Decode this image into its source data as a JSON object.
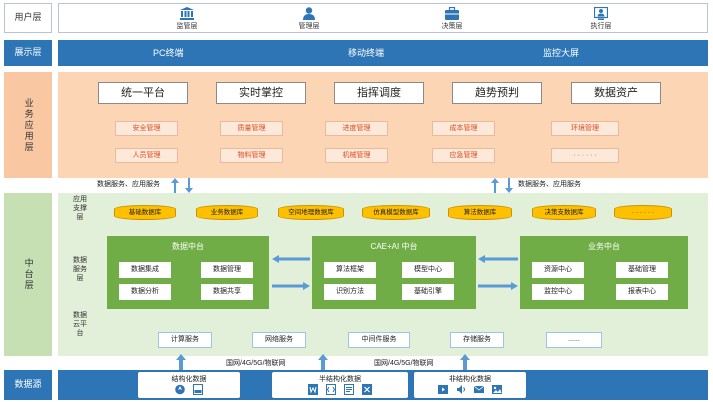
{
  "layers": {
    "user": "用户层",
    "display": "展示层",
    "business": "业务应用层",
    "middle": "中台层",
    "source": "数据源"
  },
  "users": [
    {
      "label": "监管层",
      "icon": "government-building-icon"
    },
    {
      "label": "管理层",
      "icon": "person-icon"
    },
    {
      "label": "决策层",
      "icon": "briefcase-icon"
    },
    {
      "label": "执行层",
      "icon": "id-card-icon"
    }
  ],
  "display": [
    "PC终端",
    "移动终端",
    "监控大屏"
  ],
  "platforms": [
    "统一平台",
    "实时掌控",
    "指挥调度",
    "趋势预判",
    "数据资产"
  ],
  "business_row1": [
    "安全管理",
    "质量管理",
    "进度管理",
    "成本管理",
    "环境管理"
  ],
  "business_row2": [
    "人员管理",
    "物料管理",
    "机械管理",
    "应急管理",
    "· · · · · ·"
  ],
  "connectors": {
    "left": "数据服务、应用服务",
    "right": "数据服务、应用服务",
    "network_left": "国网/4G/5G/物联网",
    "network_right": "国网/4G/5G/物联网"
  },
  "sub_layers": {
    "app_support": "应用支撑层",
    "data_service": "数据服务层",
    "data_cloud": "数据云平台"
  },
  "databases": [
    "基础数据库",
    "业务数据库",
    "空间地理数据库",
    "仿真模型数据库",
    "算法数据库",
    "决策支数据库",
    "· · · · · ·"
  ],
  "hubs": {
    "data": {
      "title": "数据中台",
      "items": [
        "数据集成",
        "数据管理",
        "数据分析",
        "数据共享"
      ]
    },
    "cae": {
      "title": "CAE+AI 中台",
      "items": [
        "算法框架",
        "模型中心",
        "识别方法",
        "基础引擎"
      ]
    },
    "business": {
      "title": "业务中台",
      "items": [
        "资源中心",
        "基础管理",
        "监控中心",
        "报表中心"
      ]
    }
  },
  "cloud_services": [
    "计算服务",
    "网络服务",
    "中间件服务",
    "存储服务",
    "......"
  ],
  "sources": {
    "structured": {
      "title": "结构化数据",
      "icons": [
        "database-icon",
        "json-file-icon"
      ]
    },
    "semi": {
      "title": "半结构化数据",
      "icons": [
        "word-icon",
        "xml-file-icon",
        "document-icon",
        "excel-icon"
      ]
    },
    "unstructured": {
      "title": "非结构化数据",
      "icons": [
        "video-icon",
        "audio-icon",
        "mail-icon",
        "image-icon"
      ]
    }
  },
  "colors": {
    "blue": "#2e75b6",
    "orange_bg": "#fcd5b4",
    "green_hub": "#70ad47",
    "green_bg": "#e2efd9",
    "db_yellow": "#ffc000",
    "pill_text": "#e24b1e"
  }
}
